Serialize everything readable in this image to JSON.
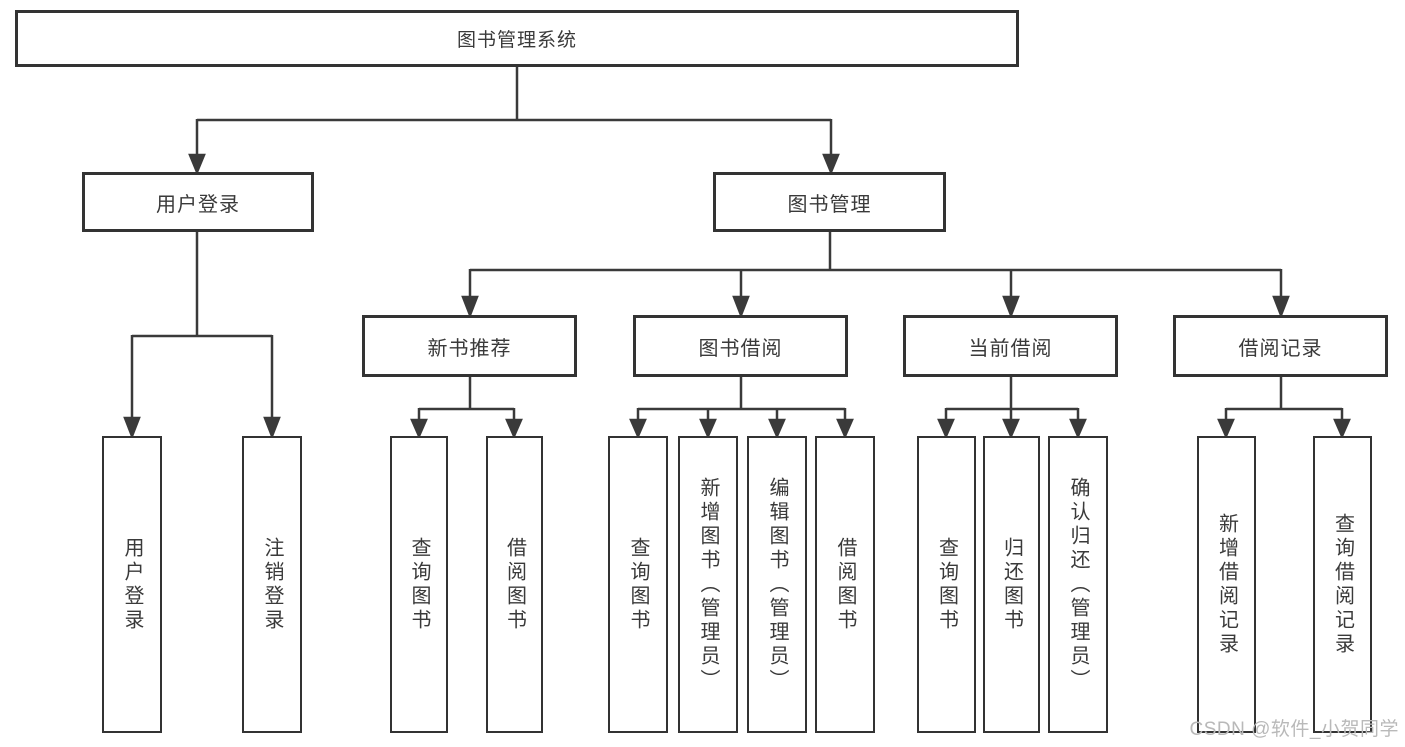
{
  "diagram": {
    "title": "图书管理系统",
    "root": {
      "label": "图书管理系统"
    },
    "level2": {
      "user_login": {
        "label": "用户登录"
      },
      "book_mgmt": {
        "label": "图书管理"
      }
    },
    "level3": {
      "new_books": {
        "label": "新书推荐"
      },
      "book_borrow": {
        "label": "图书借阅"
      },
      "current_borrow": {
        "label": "当前借阅"
      },
      "borrow_records": {
        "label": "借阅记录"
      }
    },
    "leaves": {
      "login": [
        "用户登录",
        "注销登录"
      ],
      "recommend": [
        "查询图书",
        "借阅图书"
      ],
      "borrow": [
        "查询图书",
        "新增图书（管理员）",
        "编辑图书（管理员）",
        "借阅图书"
      ],
      "current": [
        "查询图书",
        "归还图书",
        "确认归还（管理员）"
      ],
      "records": [
        "新增借阅记录",
        "查询借阅记录"
      ]
    }
  },
  "watermark": "CSDN @软件_小贺同学",
  "colors": {
    "line": "#3a3a3a",
    "box_border": "#333333",
    "box_fill": "#ffffff",
    "text": "#3a3a3a",
    "watermark": "#b9b9b9"
  }
}
